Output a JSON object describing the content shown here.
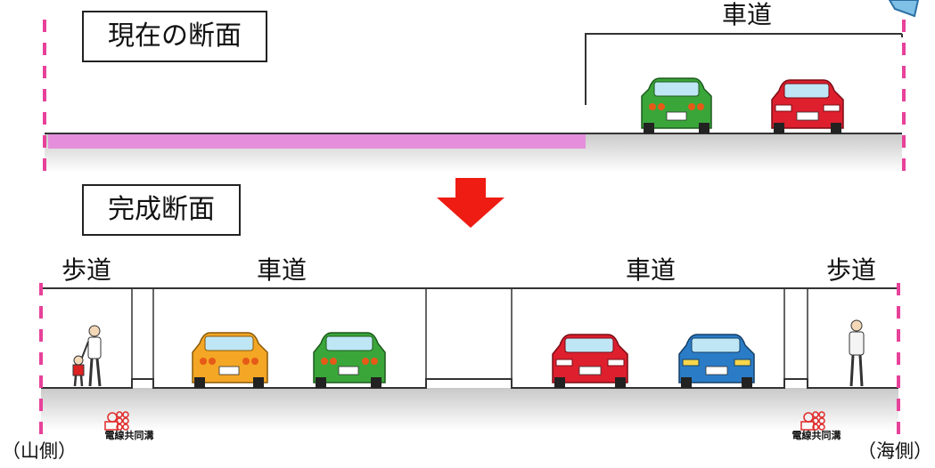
{
  "current_section": {
    "title": "現在の断面",
    "roadway_label": "車道"
  },
  "completed_section": {
    "title": "完成断面",
    "labels": {
      "sidewalk_left": "歩道",
      "roadway_left": "車道",
      "roadway_right": "車道",
      "sidewalk_right": "歩道"
    },
    "conduit_label": "電線共同溝"
  },
  "sides": {
    "left": "（山側）",
    "right": "（海側）"
  },
  "colors": {
    "boundary": "#e8419a",
    "widening_band": "#e58fdc",
    "arrow": "#ee1c12",
    "car_green": "#3aa63a",
    "car_red": "#dd1f2e",
    "car_orange": "#f4a625",
    "car_blue": "#2a7cc7"
  }
}
